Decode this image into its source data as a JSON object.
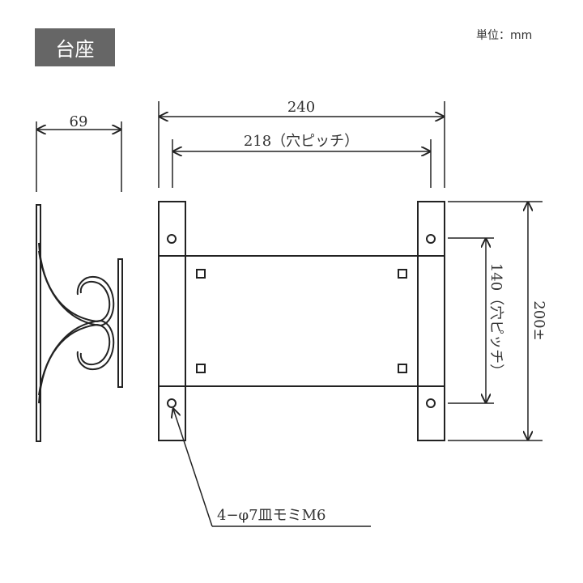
{
  "title": "台座",
  "unit_label": "単位：mm",
  "dimensions": {
    "side_depth": "69",
    "overall_width": "240",
    "hole_pitch_width": "218（穴ピッチ）",
    "hole_pitch_height": "140（穴ピッチ）",
    "overall_height": "200±"
  },
  "callout": "4−φ7皿モミM6"
}
